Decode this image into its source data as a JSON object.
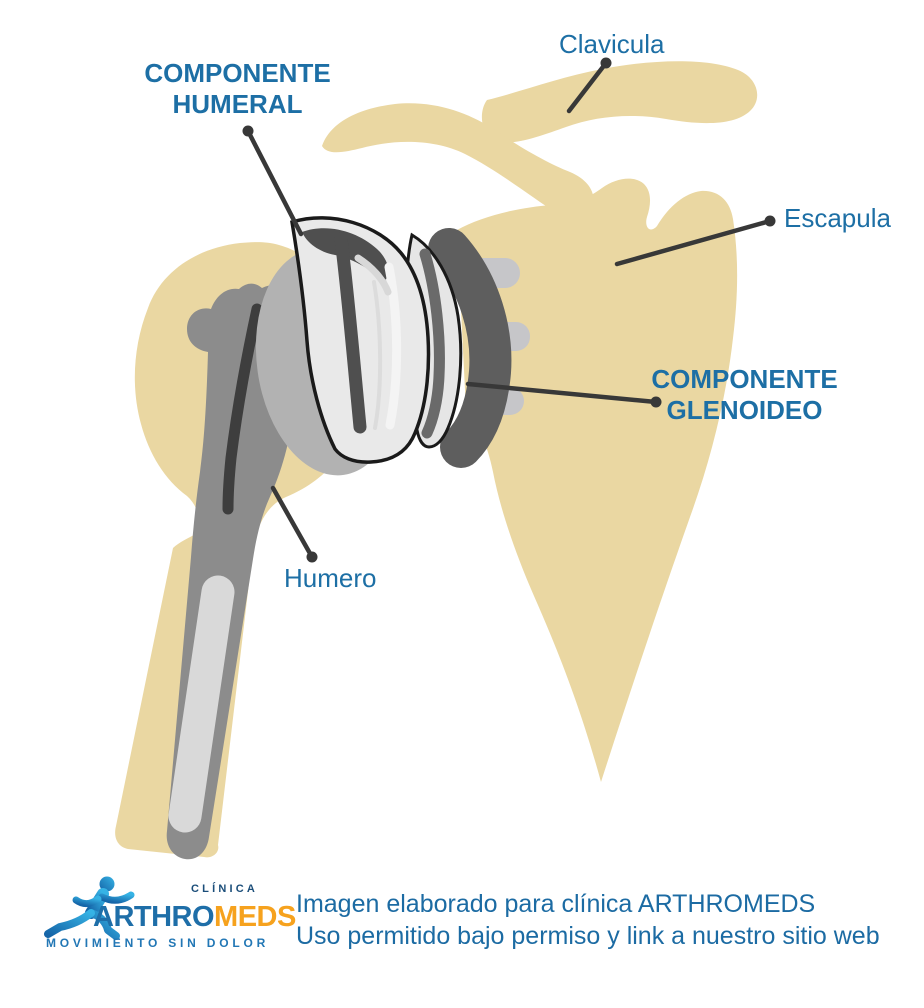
{
  "diagram": {
    "labels": {
      "componente_humeral": {
        "line1": "COMPONENTE",
        "line2": "HUMERAL"
      },
      "clavicula": "Clavicula",
      "escapula": "Escapula",
      "componente_glenoideo": {
        "line1": "COMPONENTE",
        "line2": "GLENOIDEO"
      },
      "humero": "Humero"
    },
    "colors": {
      "label_blue": "#1d6fa5",
      "leader_line": "#383838",
      "bone_tan": "#ead7a2",
      "stem_gray": "#8c8c8c",
      "stem_core": "#d9d9d9",
      "dark_detail": "#3e3e3e",
      "ball_back_gray": "#b2b2b2",
      "ball_face": "#e9e9e9",
      "glenoid_backing": "#5e5e5e",
      "liner": "#e6e6e6",
      "pegs": "#c6c6c9",
      "outline_black": "#1a1a1a"
    }
  },
  "footer": {
    "logo": {
      "clinica": "CLÍNICA",
      "brand_part1": "ARTHRO",
      "brand_part2": "MEDS",
      "tagline": "MOVIMIENTO SIN DOLOR",
      "runner_blue_light": "#36b3e5",
      "runner_blue_dark": "#1565a8",
      "meds_orange": "#f6a21e"
    },
    "caption_line1": "Imagen elaborado para clínica ARTHROMEDS",
    "caption_line2": "Uso permitido bajo permiso y link a nuestro sitio web"
  }
}
